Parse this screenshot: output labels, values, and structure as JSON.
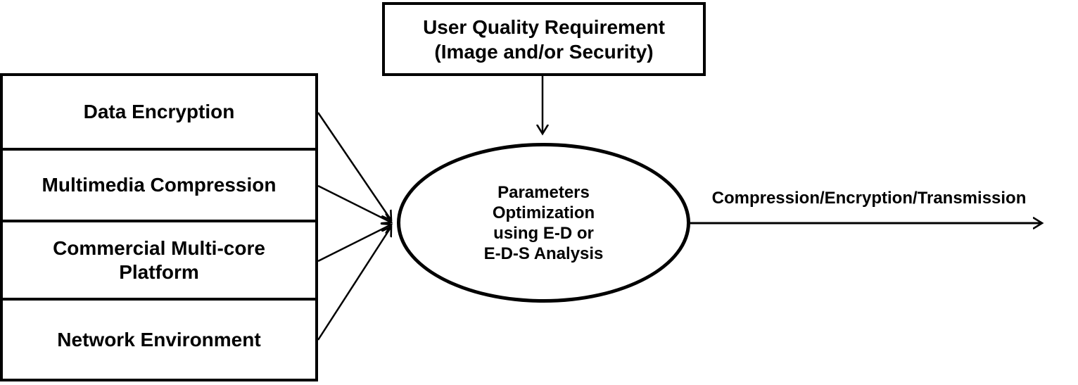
{
  "diagram": {
    "title_hint": "parameters-optimization-flow",
    "background_color": "#ffffff",
    "line_color": "#000000",
    "text_color": "#000000"
  },
  "top_box": {
    "label": "User Quality Requirement\n(Image and/or Security)"
  },
  "input_boxes": [
    {
      "label": "Data Encryption"
    },
    {
      "label": "Multimedia Compression"
    },
    {
      "label": "Commercial Multi-core\nPlatform"
    },
    {
      "label": "Network Environment"
    }
  ],
  "ellipse": {
    "label": "Parameters\nOptimization\nusing E-D or\nE-D-S  Analysis"
  },
  "output_arrow": {
    "label": "Compression/Encryption/Transmission"
  }
}
